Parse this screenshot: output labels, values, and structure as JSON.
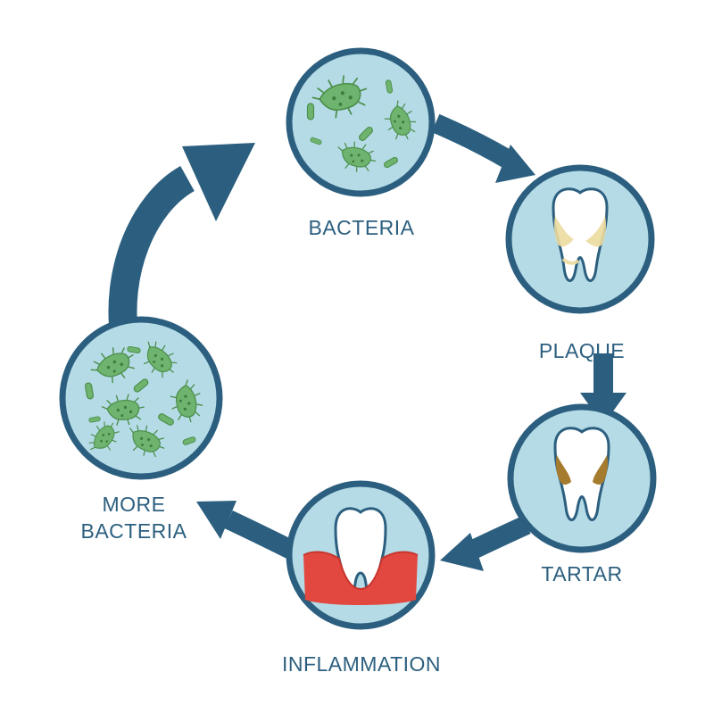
{
  "stages": {
    "bacteria": {
      "label": "BACTERIA"
    },
    "plaque": {
      "label": "PLAQUE"
    },
    "tartar": {
      "label": "TARTAR"
    },
    "inflammation": {
      "label": "INFLAMMATION"
    },
    "more_bacteria": {
      "label_lines": [
        "MORE",
        "BACTERIA"
      ]
    }
  },
  "colors": {
    "circle_fill": "#b4dbe6",
    "circle_ring": "#2c5f7f",
    "arrow": "#2c5f7f",
    "label": "#2c5f7f",
    "bacteria_green": "#6fb46e",
    "plaque_yellow": "#ecdca0",
    "tartar_brown": "#a57b2e",
    "gum_red": "#e2483f"
  }
}
